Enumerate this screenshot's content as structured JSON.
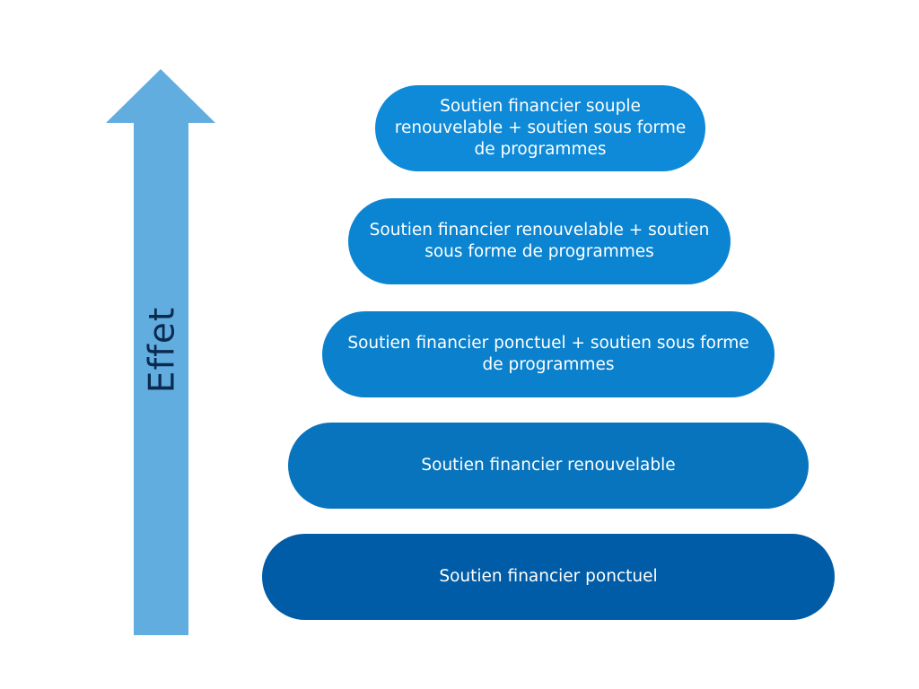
{
  "axis": {
    "label": "Effet"
  },
  "levels": [
    {
      "text": "Soutien financier ponctuel"
    },
    {
      "text": "Soutien financier renouvelable"
    },
    {
      "text": "Soutien financier ponctuel + soutien sous forme de programmes"
    },
    {
      "text": "Soutien financier renouvelable + soutien sous forme de programmes"
    },
    {
      "text": "Soutien financier souple renouvelable + soutien sous forme de programmes"
    }
  ],
  "colors": {
    "arrow": "#62ade0",
    "label": "#0b2a4f",
    "level_1": "#005ca6",
    "level_2": "#0874bd",
    "level_3": "#0b80cc",
    "level_4": "#0b85d2",
    "level_5": "#0e8ad8"
  }
}
